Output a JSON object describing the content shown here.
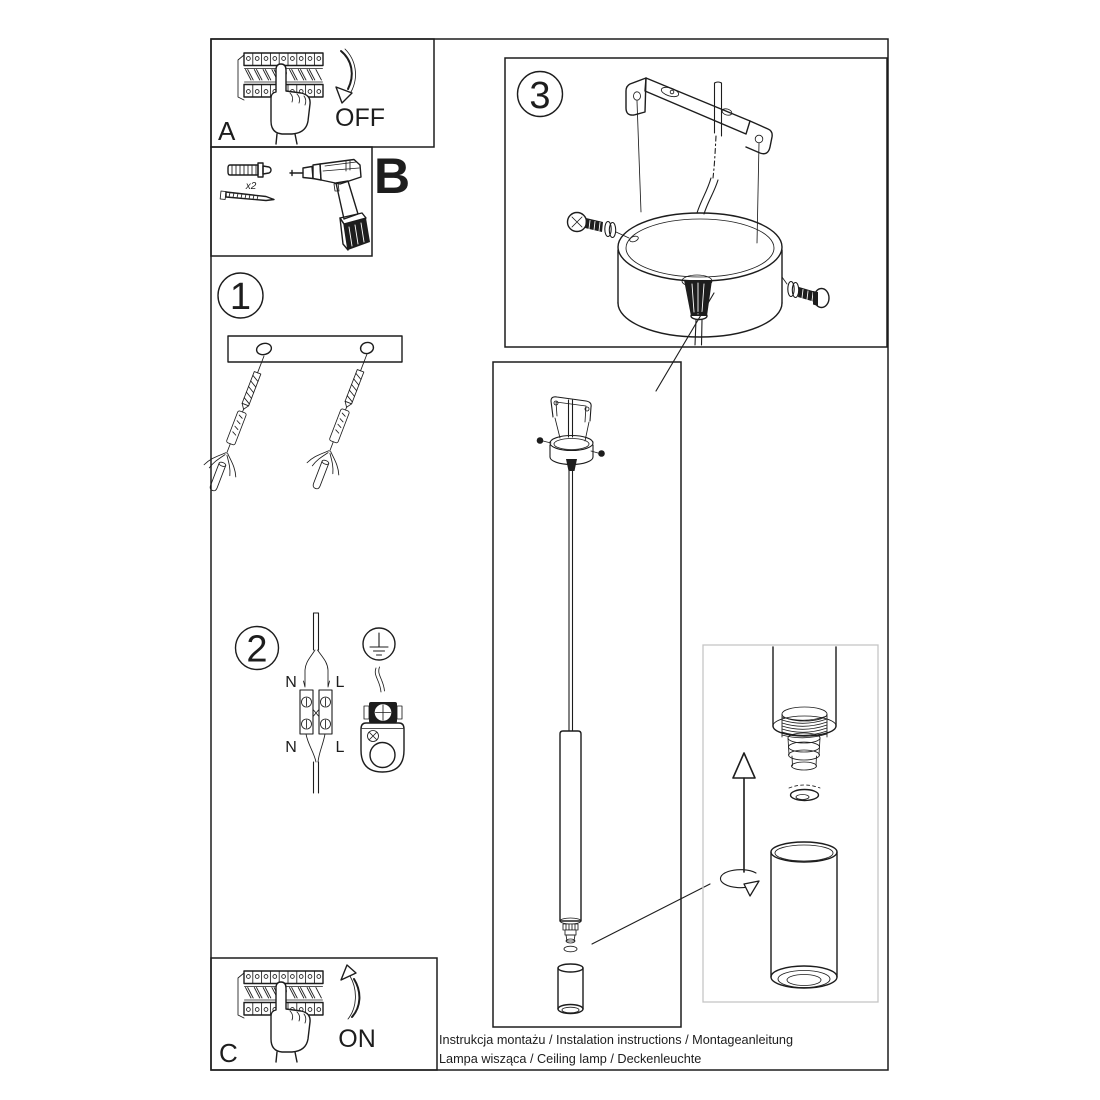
{
  "colors": {
    "line": "#1d1d1d",
    "detail_border": "#c5c5c5",
    "background": "#ffffff"
  },
  "panel_a": {
    "label": "A",
    "switch_state": "OFF"
  },
  "panel_b": {
    "label": "B",
    "anchor_quantity": "x2"
  },
  "panel_c": {
    "label": "C",
    "switch_state": "ON"
  },
  "step_1": {
    "number": "1"
  },
  "step_2": {
    "number": "2",
    "neutral_top": "N",
    "live_top": "L",
    "neutral_bottom": "N",
    "live_bottom": "L"
  },
  "step_3": {
    "number": "3"
  },
  "footer": {
    "line1": "Instrukcja montażu / Instalation instructions / Montageanleitung",
    "line2": "Lampa wisząca / Ceiling lamp / Deckenleuchte"
  },
  "illustrations": {
    "panel_a": [
      "circuit-breaker",
      "pointing-hand",
      "curved-arrow-down"
    ],
    "panel_b": [
      "wall-plug",
      "screw",
      "power-drill"
    ],
    "step_1": [
      "mounting-plate",
      "screw-with-wall-plug"
    ],
    "step_2": [
      "mains-wires",
      "terminal-block",
      "ground-symbol",
      "ground-clamp"
    ],
    "step_3": [
      "ceiling-bracket",
      "power-cable",
      "canopy",
      "fixing-screw",
      "washer",
      "cord-grip"
    ],
    "pendant": [
      "hanging-lamp",
      "suspension-cable",
      "lamp-tube",
      "lamp-shade"
    ],
    "detail": [
      "socket-thread",
      "light-source",
      "shade-cylinder",
      "insert-arrow",
      "rotate-arrow"
    ],
    "panel_c": [
      "circuit-breaker",
      "pointing-hand",
      "curved-arrow-up"
    ]
  }
}
